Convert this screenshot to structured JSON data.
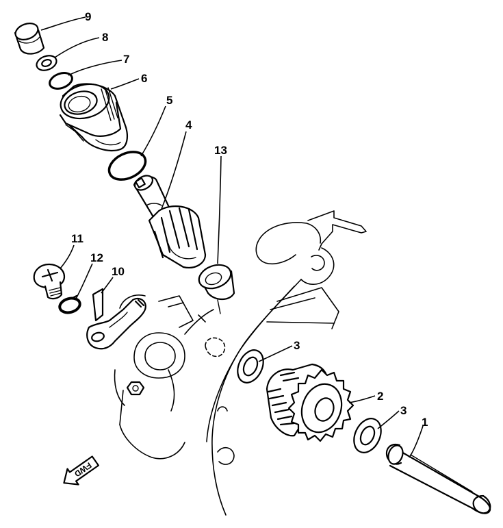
{
  "diagram": {
    "callouts": {
      "c1": "1",
      "c2": "2",
      "c3a": "3",
      "c3b": "3",
      "c4": "4",
      "c5": "5",
      "c6": "6",
      "c7": "7",
      "c8": "8",
      "c9": "9",
      "c10": "10",
      "c11": "11",
      "c12": "12",
      "c13": "13"
    },
    "direction_label": "FWD"
  }
}
